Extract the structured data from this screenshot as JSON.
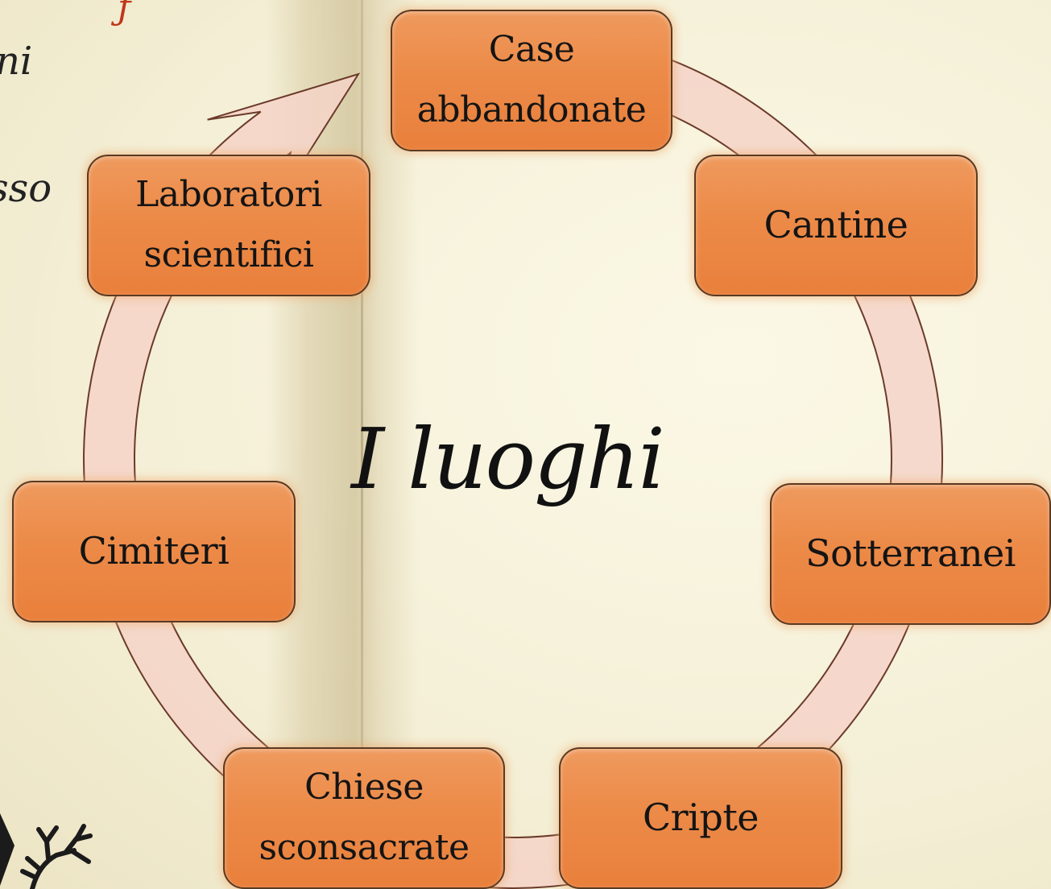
{
  "diagram": {
    "title": "I luoghi",
    "nodes": [
      {
        "id": "case",
        "label": "Case\nabbandonate"
      },
      {
        "id": "cantine",
        "label": "Cantine"
      },
      {
        "id": "sotterranei",
        "label": "Sotterranei"
      },
      {
        "id": "cripte",
        "label": "Cripte"
      },
      {
        "id": "chiese",
        "label": "Chiese\nsconsacrate"
      },
      {
        "id": "cimiteri",
        "label": "Cimiteri"
      },
      {
        "id": "laboratori",
        "label": "Laboratori\nscientifici"
      }
    ],
    "cycle_order": [
      "case",
      "cantine",
      "sotterranei",
      "cripte",
      "chiese",
      "cimiteri",
      "laboratori"
    ],
    "colors": {
      "node_fill": "#ec8a48",
      "node_border": "#5a3a22",
      "ring_fill": "#f5d3c8",
      "ring_border": "#6b3a2a",
      "background": "#f6f1dc",
      "text": "#141414"
    }
  },
  "left_edge_fragments": {
    "line_1": "ni",
    "line_2": "sso"
  }
}
